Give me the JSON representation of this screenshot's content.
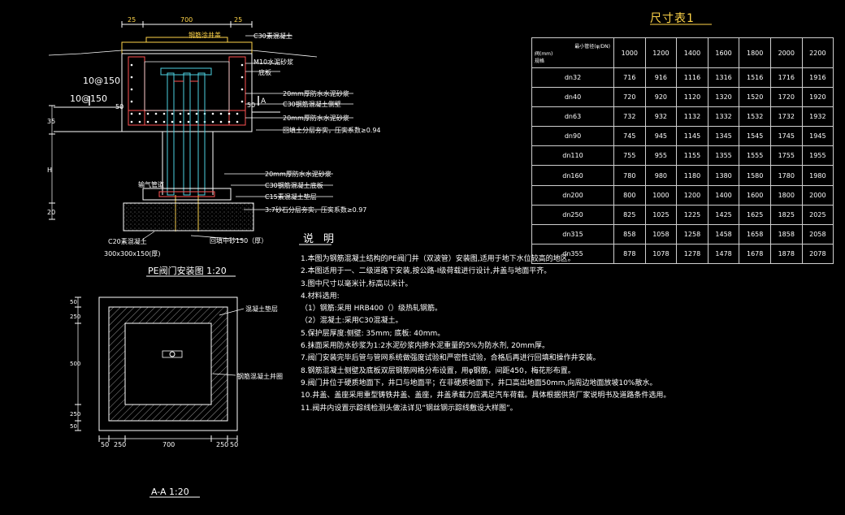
{
  "table": {
    "title": "尺寸表1",
    "header_top": "最小管径(φ/DN)",
    "header_bottom": "阀(mm)",
    "header_side": "规格",
    "columns": [
      "1000",
      "1200",
      "1400",
      "1600",
      "1800",
      "2000",
      "2200"
    ],
    "rows": [
      {
        "label": "dn32",
        "values": [
          "716",
          "916",
          "1116",
          "1316",
          "1516",
          "1716",
          "1916"
        ]
      },
      {
        "label": "dn40",
        "values": [
          "720",
          "920",
          "1120",
          "1320",
          "1520",
          "1720",
          "1920"
        ]
      },
      {
        "label": "dn63",
        "values": [
          "732",
          "932",
          "1132",
          "1332",
          "1532",
          "1732",
          "1932"
        ]
      },
      {
        "label": "dn90",
        "values": [
          "745",
          "945",
          "1145",
          "1345",
          "1545",
          "1745",
          "1945"
        ]
      },
      {
        "label": "dn110",
        "values": [
          "755",
          "955",
          "1155",
          "1355",
          "1555",
          "1755",
          "1955"
        ]
      },
      {
        "label": "dn160",
        "values": [
          "780",
          "980",
          "1180",
          "1380",
          "1580",
          "1780",
          "1980"
        ]
      },
      {
        "label": "dn200",
        "values": [
          "800",
          "1000",
          "1200",
          "1400",
          "1600",
          "1800",
          "2000"
        ]
      },
      {
        "label": "dn250",
        "values": [
          "825",
          "1025",
          "1225",
          "1425",
          "1625",
          "1825",
          "2025"
        ]
      },
      {
        "label": "dn315",
        "values": [
          "858",
          "1058",
          "1258",
          "1458",
          "1658",
          "1858",
          "2058"
        ]
      },
      {
        "label": "dn355",
        "values": [
          "878",
          "1078",
          "1278",
          "1478",
          "1678",
          "1878",
          "2078"
        ]
      }
    ]
  },
  "section": {
    "title": "PE阀门安装图  1:20",
    "dim_top_left": "25",
    "dim_top_mid": "700",
    "dim_top_right": "25",
    "label_cover": "钢筋涂井盖",
    "label_c30_top": "C30素混凝土",
    "label_m10": "M10水泥砂浆",
    "label_base": "底板",
    "rebar_a": "10@150",
    "rebar_b": "10@150",
    "dim_50_left": "50",
    "dim_50_right": "50",
    "section_mark": "A",
    "label_layer1": "20mm厚防水水泥砂浆",
    "label_layer2": "C30钢筋混凝土侧壁",
    "label_layer3": "20mm厚防水水泥砂浆",
    "label_layer4": "回填土分层夯实，压实系数≥0.94",
    "label_pipe": "输气管道",
    "label_layer5": "20mm厚防水水泥砂浆",
    "label_layer6": "C30钢筋混凝土底板",
    "label_layer7": "C15素混凝土垫层",
    "label_layer8": "3:7砂石分层夯实，压实系数≥0.97",
    "label_c20": "C20素混凝土",
    "label_block": "300x300x150(厚)",
    "label_sand": "回填中砂150（厚）",
    "dim_v1": "35",
    "dim_v2": "H",
    "dim_v3": "20"
  },
  "plan": {
    "title": "A-A  1:20",
    "label_cushion": "混凝土垫层",
    "label_well": "钢筋混凝土井圈",
    "dims_bottom": [
      "50",
      "250",
      "700",
      "250",
      "50"
    ],
    "dims_left": [
      "50",
      "250",
      "500",
      "250",
      "50"
    ]
  },
  "notes": {
    "title": "说明",
    "items": [
      "1.本图为钢筋混凝土结构的PE阀门井（双波管）安装图,适用于地下水位较高的地区。",
      "2.本图适用于一、二级道路下安装,按公路-I级荷载进行设计,井盖与地面平齐。",
      "3.图中尺寸以毫米计,标高以米计。",
      "4.材料选用:",
      "（1）钢筋:采用 HRB400（）级热轧钢筋。",
      "（2）混凝土:采用C30混凝土。",
      "5.保护层厚度:侧壁: 35mm; 底板: 40mm。",
      "6.抹面采用防水砂浆为1:2水泥砂浆内掺水泥重量的5%为防水剂, 20mm厚。",
      "7.阀门安装完毕后管与管网系统做强度试验和严密性试验，合格后再进行回填和操作井安装。",
      "8.钢筋混凝土侧壁及底板双层钢筋网格分布设置，用φ钢筋，间距450，梅花形布置。",
      "9.阀门井位于硬质地面下，井口与地面平；在非硬质地面下，井口高出地面50mm,向周边地面放坡10%散水。",
      "10.井盖、盖座采用重型铸铁井盖、盖座，井盖承载力应满足汽车荷载。具体根据供货厂家说明书及道路条件选用。",
      "11.阀井内设置示踪线检测头做法详见“钢丝钢示踪线敷设大样图”。"
    ]
  }
}
